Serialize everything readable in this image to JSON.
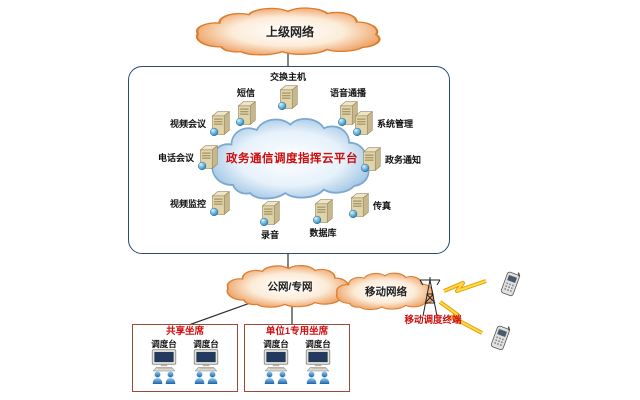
{
  "clouds": {
    "upper_network": {
      "label": "上级网络"
    },
    "platform": {
      "label": "政务通信调度指挥云平台"
    },
    "public_private": {
      "label": "公网/专网"
    },
    "mobile": {
      "label": "移动网络"
    }
  },
  "platform_nodes": [
    {
      "label": "交换主机",
      "icon": "server-icon"
    },
    {
      "label": "短信",
      "icon": "server-icon"
    },
    {
      "label": "语音通播",
      "icon": "server-icon"
    },
    {
      "label": "视频会议",
      "icon": "server-icon"
    },
    {
      "label": "系统管理",
      "icon": "server-icon"
    },
    {
      "label": "电话会议",
      "icon": "server-icon"
    },
    {
      "label": "政务通知",
      "icon": "server-icon"
    },
    {
      "label": "视频监控",
      "icon": "server-icon"
    },
    {
      "label": "传真",
      "icon": "server-icon"
    },
    {
      "label": "录音",
      "icon": "server-icon"
    },
    {
      "label": "数据库",
      "icon": "server-icon"
    }
  ],
  "mobile_section": {
    "terminal_label": "移动调度终端"
  },
  "seat_groups": [
    {
      "title": "共享坐席",
      "consoles": [
        {
          "label": "调度台"
        },
        {
          "label": "调度台"
        }
      ]
    },
    {
      "title": "单位1专用坐席",
      "consoles": [
        {
          "label": "调度台"
        },
        {
          "label": "调度台"
        }
      ]
    }
  ],
  "colors": {
    "cloud_orange_edge": "#e8873b",
    "cloud_blue_edge": "#8cb8dd",
    "red_text": "#d01010",
    "lightning": "#ffd94d"
  }
}
